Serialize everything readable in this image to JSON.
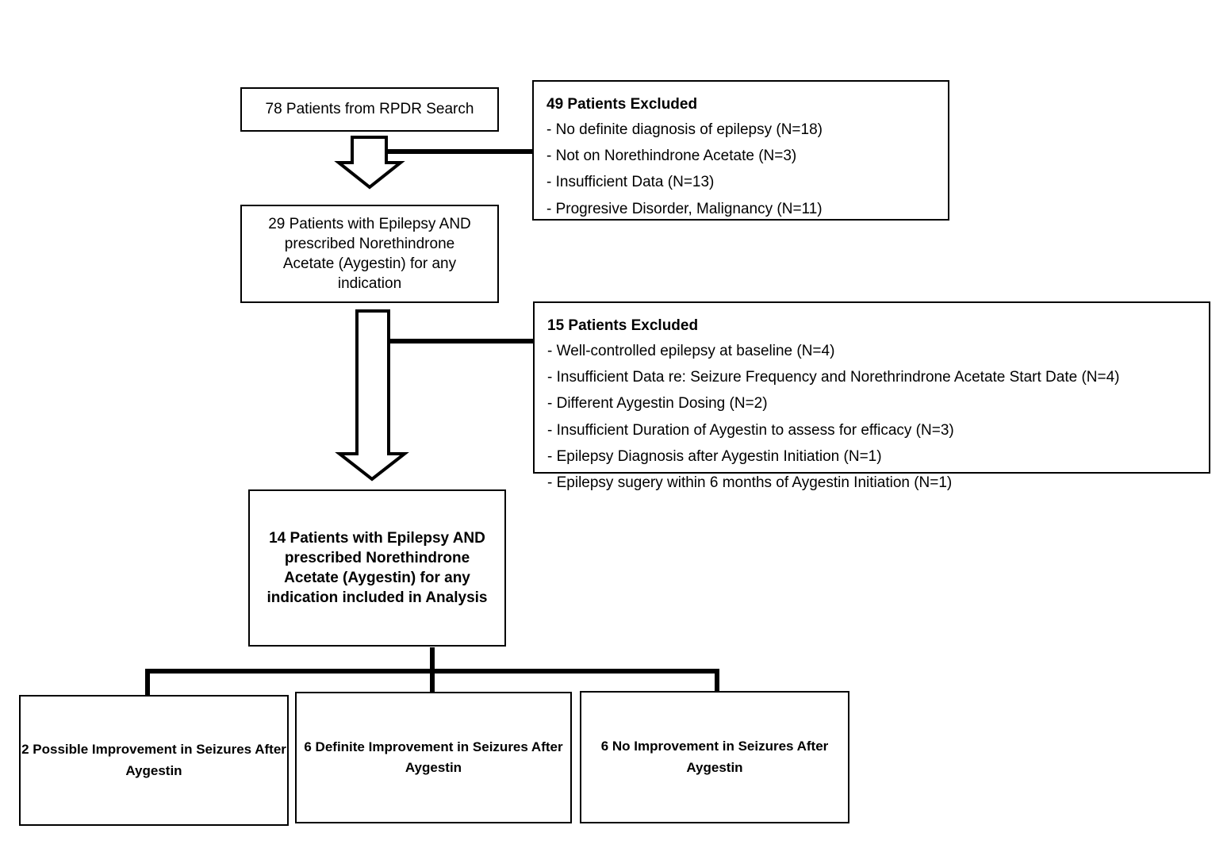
{
  "diagram": {
    "type": "flowchart",
    "title": "Patient selection flow diagram",
    "nodes": {
      "source": {
        "label": "78 Patients from RPDR Search",
        "count": 78
      },
      "eligible": {
        "label": "29 Patients with Epilepsy AND\nprescribed Norethindrone\nAcetate (Aygestin)  for any\nindication",
        "count": 29
      },
      "included": {
        "label": "14 Patients with Epilepsy AND\nprescribed Norethindrone\nAcetate (Aygestin) for any\nindication included in Analysis",
        "count": 14
      }
    },
    "exclusions": [
      {
        "header": "49 Patients Excluded",
        "count": 49,
        "reasons": [
          "- No definite diagnosis of epilepsy (N=18)",
          "- Not on Norethindrone Acetate (N=3)",
          "- Insufficient Data (N=13)",
          "- Progresive Disorder, Malignancy (N=11)"
        ]
      },
      {
        "header": "15 Patients Excluded",
        "count": 15,
        "reasons": [
          "- Well-controlled epilepsy at baseline (N=4)",
          "- Insufficient Data re: Seizure Frequency and Norethrindrone Acetate Start Date (N=4)",
          "- Different Aygestin Dosing (N=2)",
          "- Insufficient Duration of Aygestin to assess for efficacy (N=3)",
          "- Epilepsy Diagnosis after Aygestin Initiation (N=1)",
          "- Epilepsy sugery within 6 months of Aygestin Initiation (N=1)"
        ]
      }
    ],
    "outcomes": [
      {
        "label": "2 Possible Improvement in\nSeizures After Aygestin",
        "count": 2
      },
      {
        "label": "6 Definite Improvement in\nSeizures After Aygestin",
        "count": 6
      },
      {
        "label": "6 No Improvement in Seizures\nAfter Aygestin",
        "count": 6
      }
    ],
    "colors": {
      "stroke": "#000000",
      "fill": "#ffffff",
      "text": "#000000"
    }
  }
}
